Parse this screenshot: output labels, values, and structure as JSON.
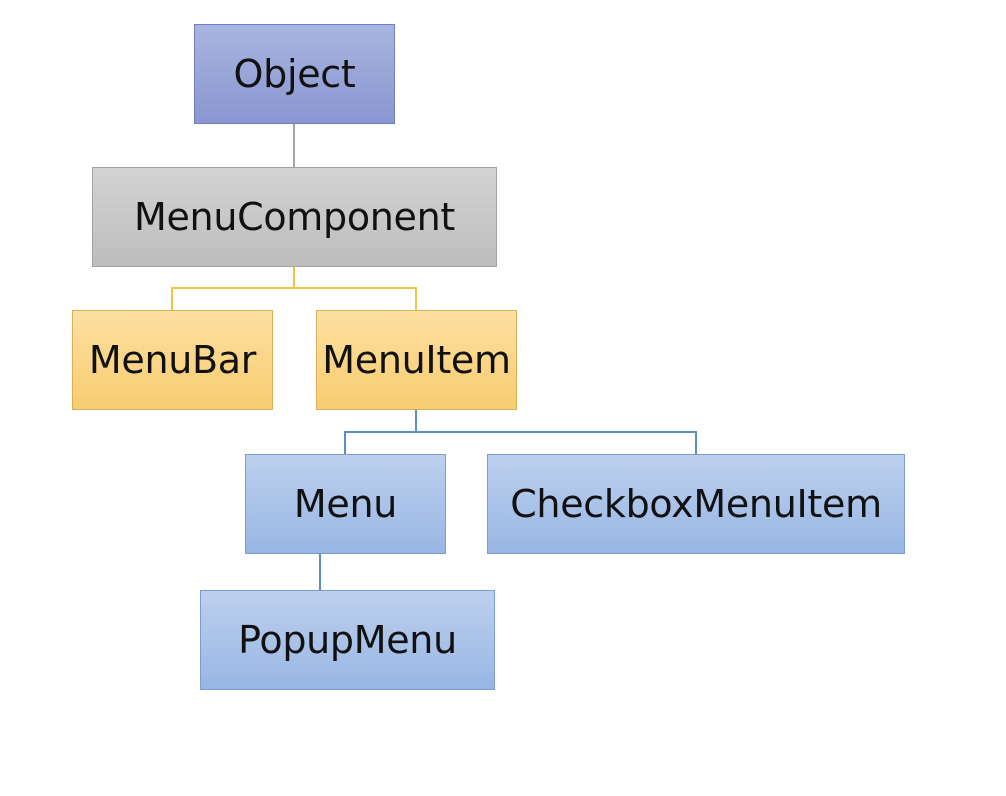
{
  "colors": {
    "object_fill": "#8f9cd3",
    "menu_component_fill": "#c4c4c4",
    "menu_bar_item_fill": "#f9d27c",
    "menu_group_fill": "#a6c0e8",
    "connector_gray": "#a6a6a6",
    "connector_gold": "#f2c443",
    "connector_blue": "#5b8ec4"
  },
  "nodes": {
    "object": "Object",
    "menu_component": "MenuComponent",
    "menu_bar": "MenuBar",
    "menu_item": "MenuItem",
    "menu": "Menu",
    "checkbox_menu_item": "CheckboxMenuItem",
    "popup_menu": "PopupMenu"
  }
}
